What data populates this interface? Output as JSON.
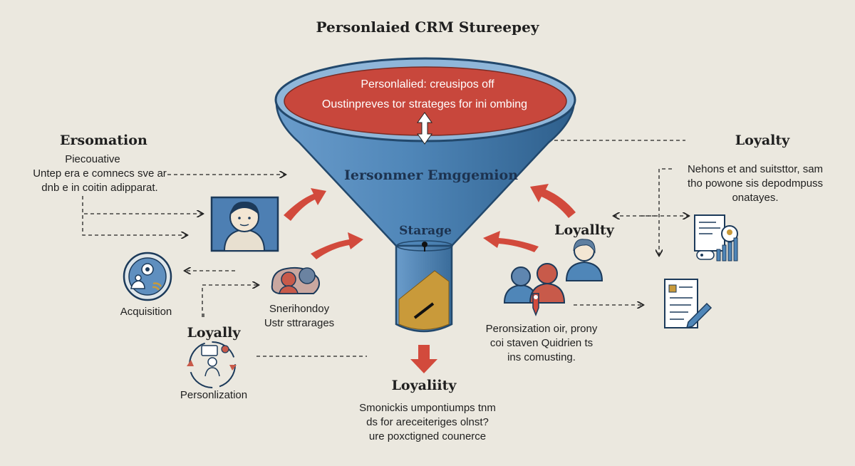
{
  "title": "Personlaied CRM Stureepey",
  "funnel": {
    "rim_line1": "Personlalied: creusipos off",
    "rim_line2": "Oustinpreves tor strateges for ini ombing",
    "middle_label": "Iersonmer Emggemion",
    "lower_label": "Starage"
  },
  "left_block": {
    "heading": "Ersomation",
    "lines": [
      "Piecouative",
      "Untep era e comnecs sve ar",
      "dnb e in coitin adipparat."
    ]
  },
  "acquisition_label": "Acquisition",
  "group_label": [
    "Snerihondoy",
    "Ustr sttrarages"
  ],
  "loyally_left": {
    "heading": "Loyally",
    "caption": "Personlization"
  },
  "bottom_block": {
    "heading": "Loyaliity",
    "lines": [
      "Smonickis umpontiumps tnm",
      "ds for areceiteriges olnst?",
      "ure poxctigned counerce"
    ]
  },
  "right_top_block": {
    "heading": "Loyalty",
    "lines": [
      "Nehons et and suitsttor, sam",
      "tho powone sis depodmpuss",
      "onatayes."
    ]
  },
  "loyallty_mid_heading": "Loyallty",
  "right_bottom_block": {
    "lines": [
      "Peronsization oir, prony",
      "coi staven Quidrien ts",
      "ins comusting."
    ]
  },
  "colors": {
    "background": "#ebe8df",
    "funnel_blue": "#4f86b8",
    "funnel_dark": "#2e5f8c",
    "rim_red": "#c8473c",
    "arrow_red": "#d24a3c",
    "neck_gold": "#c99a3a",
    "ink": "#1f1f1f"
  },
  "icons": [
    "agent-monitor-icon",
    "acquisition-globe-icon",
    "group-people-icon",
    "personalization-cycle-icon",
    "analytics-dashboard-icon",
    "customer-avatar-icon",
    "customer-pair-icon",
    "document-pen-icon"
  ]
}
